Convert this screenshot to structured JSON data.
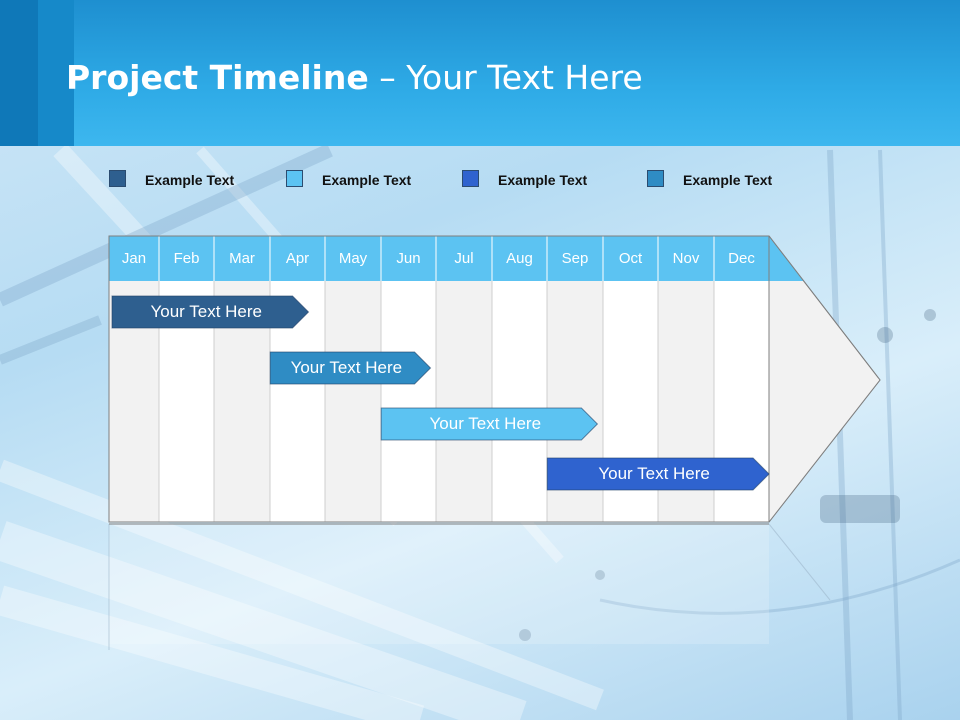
{
  "title": {
    "bold": "Project Timeline",
    "rest": " – Your Text Here"
  },
  "legend": [
    {
      "label": "Example Text",
      "color": "#2e5f8f"
    },
    {
      "label": "Example Text",
      "color": "#5cc3f2"
    },
    {
      "label": "Example Text",
      "color": "#2f63cf"
    },
    {
      "label": "Example Text",
      "color": "#2f8cc4"
    }
  ],
  "months": [
    "Jan",
    "Feb",
    "Mar",
    "Apr",
    "May",
    "Jun",
    "Jul",
    "Aug",
    "Sep",
    "Oct",
    "Nov",
    "Dec"
  ],
  "tasks": [
    {
      "label": "Your  Text Here",
      "start_month": 0.0,
      "end_month": 3.7,
      "color": "#2e5f8f"
    },
    {
      "label": "Your  Text Here",
      "start_month": 2.95,
      "end_month": 5.9,
      "color": "#2f8cc4"
    },
    {
      "label": "Your  Text Here",
      "start_month": 4.95,
      "end_month": 8.9,
      "color": "#5cc3f2"
    },
    {
      "label": "Your  Text Here",
      "start_month": 7.95,
      "end_month": 12.0,
      "color": "#2f63cf"
    }
  ],
  "colors": {
    "header": "#2eaae6",
    "month_row": "#5cc3f2"
  }
}
